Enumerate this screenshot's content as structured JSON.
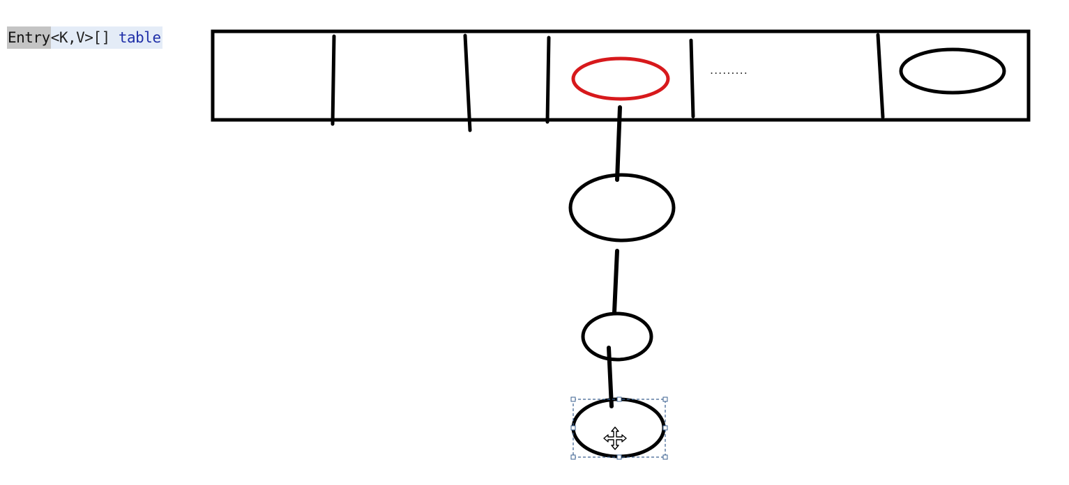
{
  "code": {
    "type_token": "Entry",
    "generic_token": "<K,V>[] ",
    "name_token": "table"
  },
  "diagram": {
    "ellipsis_text": ".........",
    "colors": {
      "stroke": "#000000",
      "highlight": "#d7191c",
      "selection": "#3a5f8f",
      "code_type_bg": "#c4c4c4",
      "code_bg": "#e4ecf7",
      "code_name": "#1f2fa8"
    },
    "selection_cursor_icon": "move-cursor-icon"
  }
}
